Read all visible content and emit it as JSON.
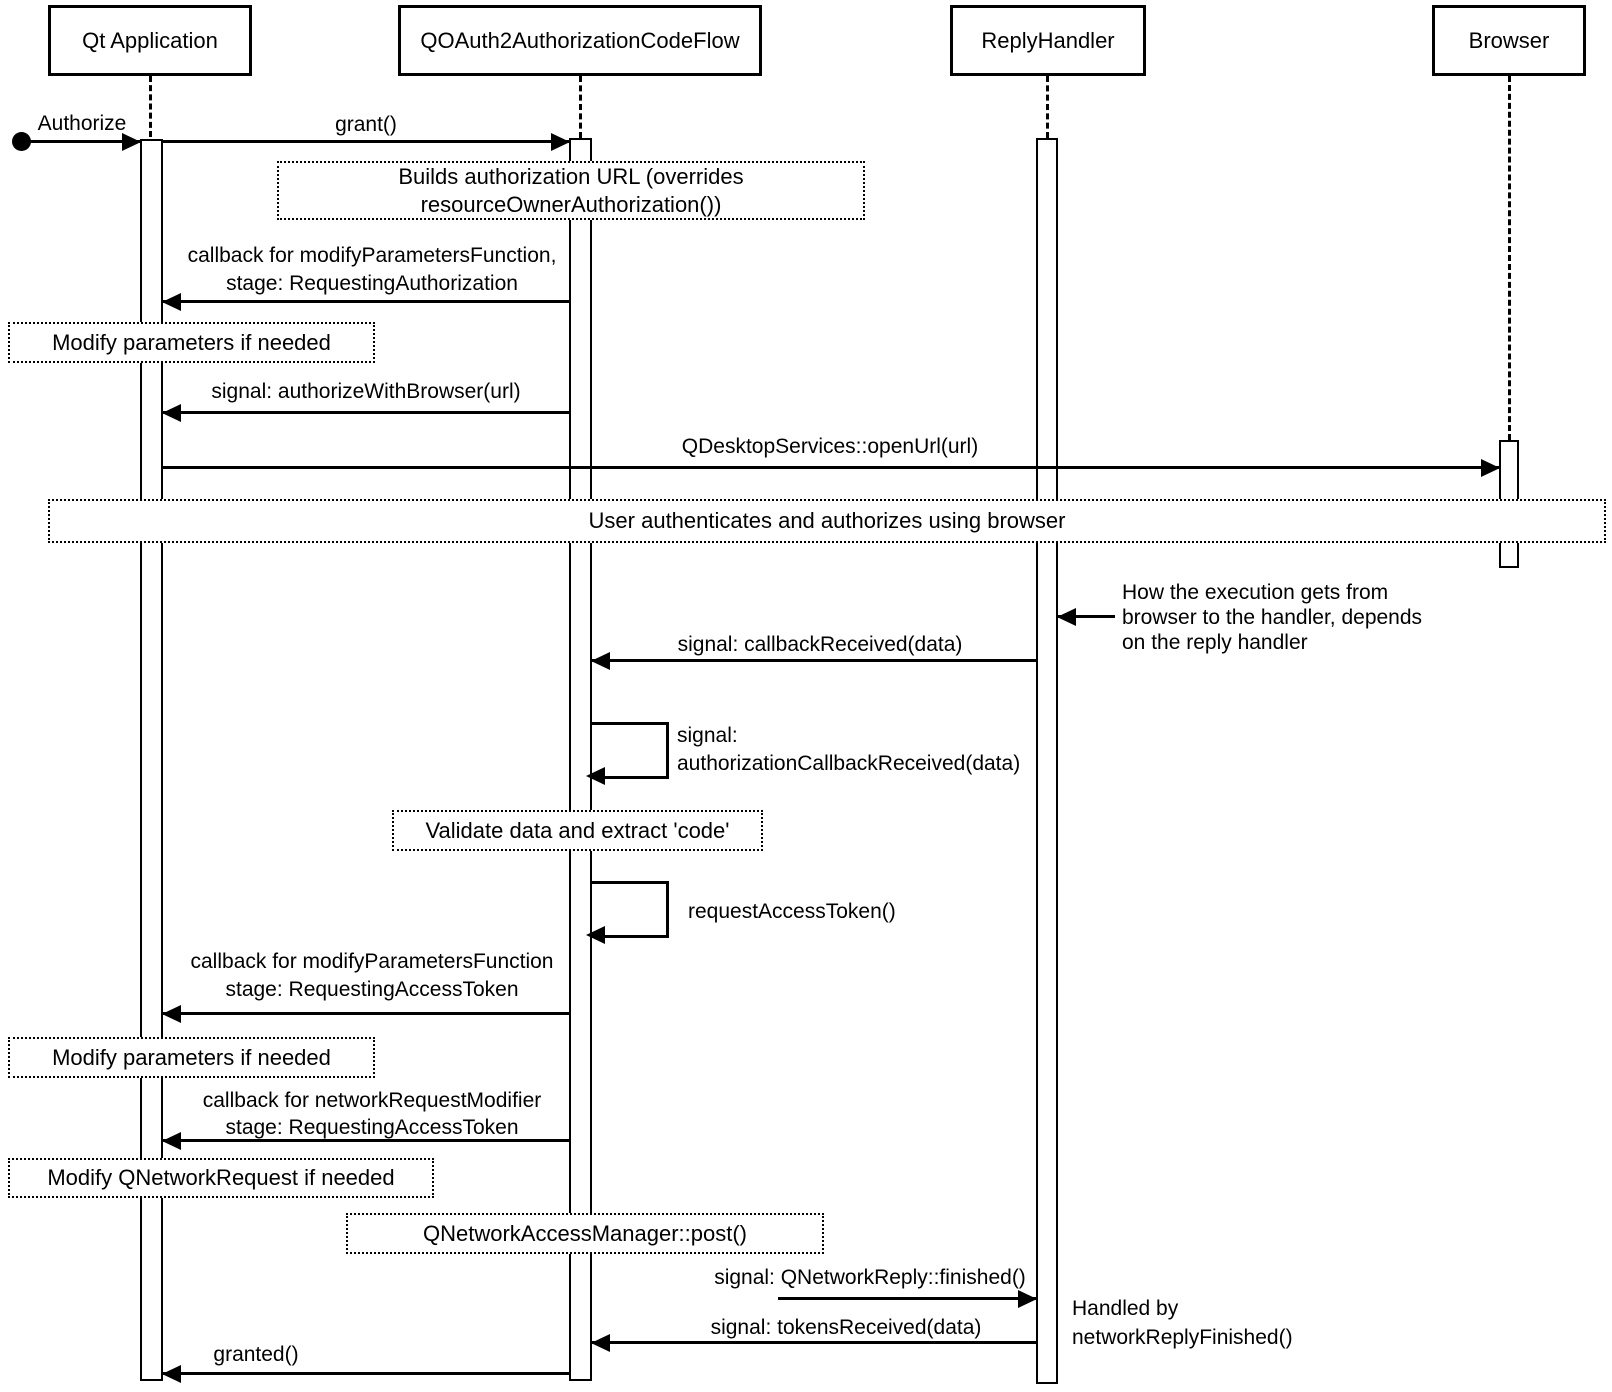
{
  "diagram": {
    "lifelines": {
      "qt_application": "Qt Application",
      "oauth_flow": "QOAuth2AuthorizationCodeFlow",
      "reply_handler": "ReplyHandler",
      "browser": "Browser"
    },
    "start_label": "Authorize",
    "messages": {
      "grant": "grant()",
      "callback_auth_line1": "callback for modifyParametersFunction,",
      "callback_auth_line2": "stage: RequestingAuthorization",
      "authorize_with_browser": "signal: authorizeWithBrowser(url)",
      "open_url": "QDesktopServices::openUrl(url)",
      "callback_received": "signal: callbackReceived(data)",
      "auth_callback_line1": "signal:",
      "auth_callback_line2": "authorizationCallbackReceived(data)",
      "request_access_token": "requestAccessToken()",
      "callback_token_line1": "callback for modifyParametersFunction",
      "callback_token_line2": "stage: RequestingAccessToken",
      "network_modifier_line1": "callback for networkRequestModifier",
      "network_modifier_line2": "stage: RequestingAccessToken",
      "reply_finished": "signal: QNetworkReply::finished()",
      "tokens_received": "signal: tokensReceived(data)",
      "granted": "granted()"
    },
    "notes": {
      "builds_url_line1": "Builds authorization URL (overrides",
      "builds_url_line2": "resourceOwnerAuthorization())",
      "modify_params_1": "Modify parameters if needed",
      "user_authenticates": "User authenticates and authorizes using browser",
      "validate_code": "Validate data and extract 'code'",
      "modify_params_2": "Modify parameters if needed",
      "modify_qnetworkrequest": "Modify QNetworkRequest if needed",
      "qnam_post": "QNetworkAccessManager::post()"
    },
    "annotations": {
      "how_execution_line1": "How the execution gets from",
      "how_execution_line2": "browser to the handler, depends",
      "how_execution_line3": "on the reply handler",
      "handled_by_line1": "Handled by",
      "handled_by_line2": "networkReplyFinished()"
    },
    "colors": {
      "line": "#000000",
      "background": "#ffffff"
    }
  }
}
